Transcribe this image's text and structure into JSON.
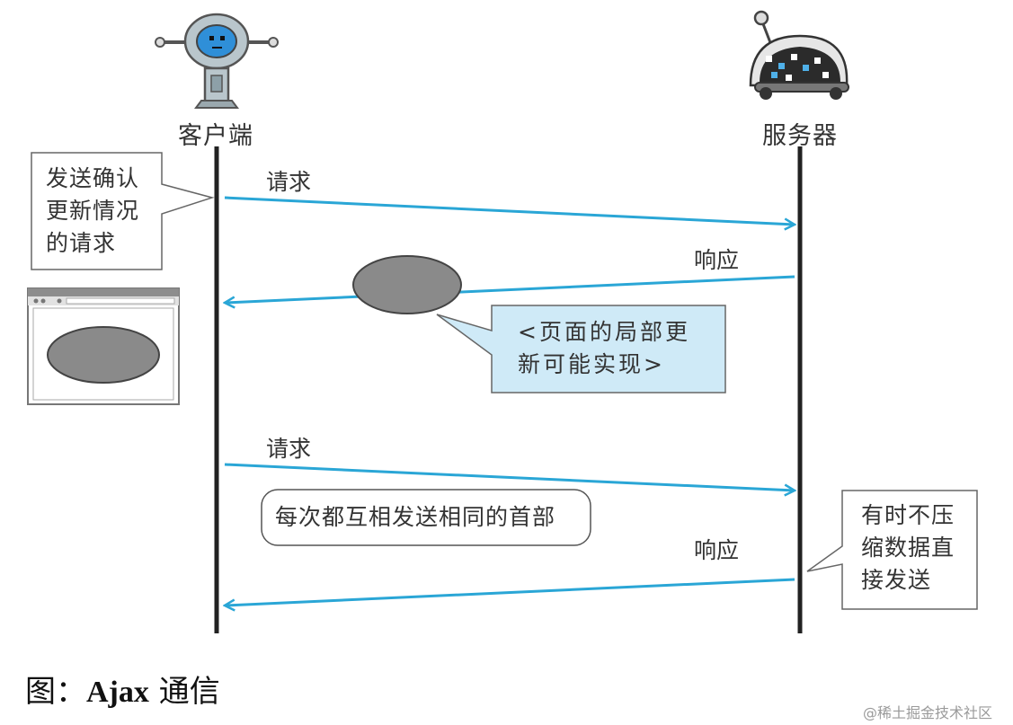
{
  "actors": {
    "client": "客户端",
    "server": "服务器"
  },
  "messages": [
    {
      "label": "请求",
      "direction": "client-to-server"
    },
    {
      "label": "响应",
      "direction": "server-to-client"
    },
    {
      "label": "请求",
      "direction": "client-to-server"
    },
    {
      "label": "响应",
      "direction": "server-to-client"
    }
  ],
  "notes": {
    "client_note": [
      "发送确认",
      "更新情况",
      "的请求"
    ],
    "partial_update": [
      "<页面的局部更",
      "新可能实现>"
    ],
    "same_headers": "每次都互相发送相同的首部",
    "server_note": [
      "有时不压",
      "缩数据直",
      "接发送"
    ]
  },
  "caption": {
    "prefix": "图：",
    "bold": "Ajax",
    "suffix": " 通信"
  },
  "watermark": "@稀土掘金技术社区",
  "colors": {
    "arrow": "#2aa6d6",
    "lifeline": "#222222",
    "ellipse": "#8a8a8a",
    "highlight_note": "#cfeaf7"
  },
  "icons": {
    "client": "robot-icon",
    "server": "server-robot-icon",
    "browser": "browser-window-icon"
  }
}
